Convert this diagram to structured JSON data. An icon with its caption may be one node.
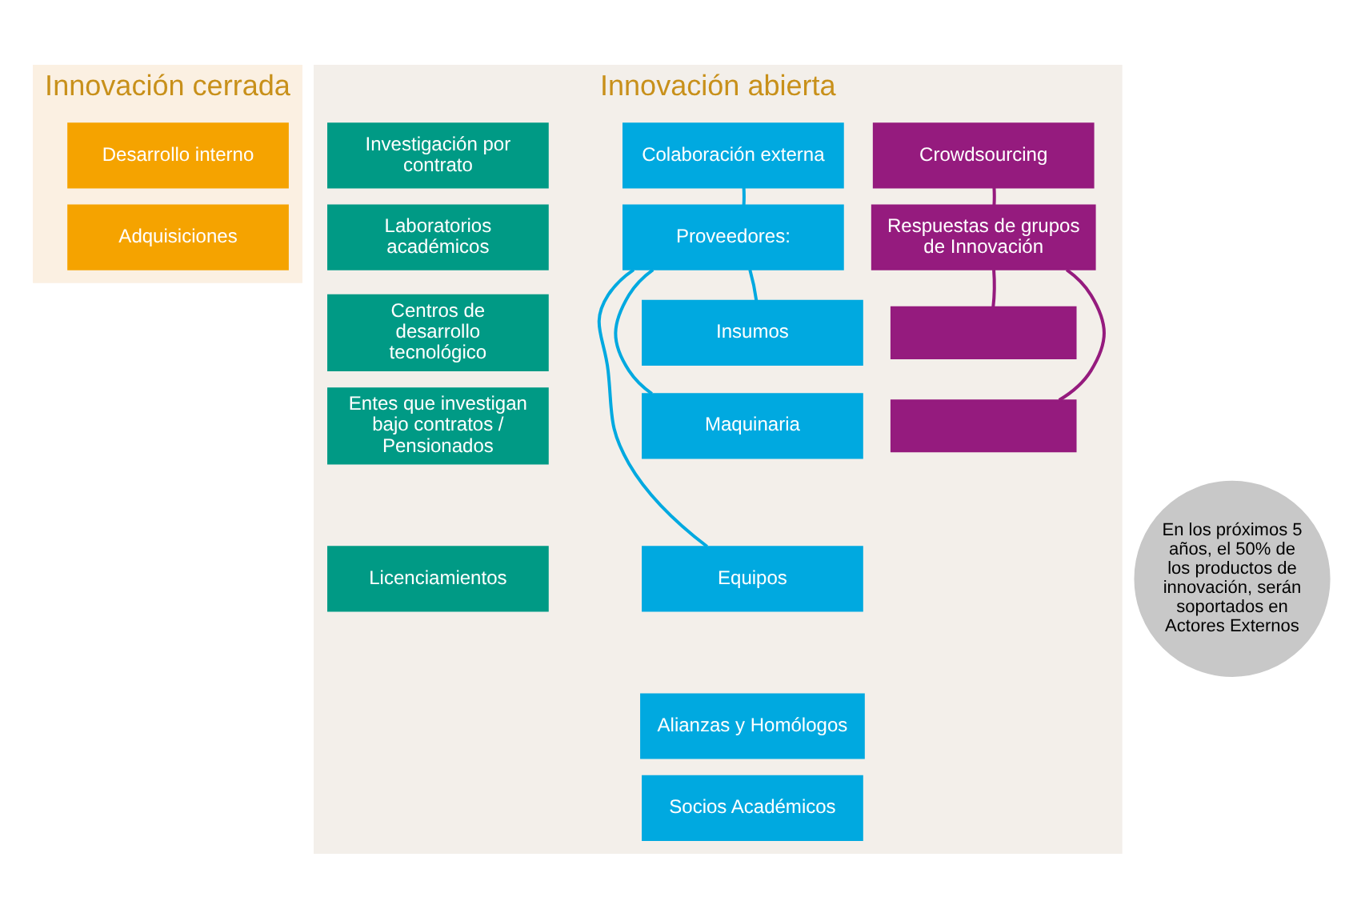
{
  "diagram": {
    "nodes": [
      {
        "text": [
          "Innovación cerrada"
        ]
      },
      {
        "text": [
          "Desarrollo interno"
        ],
        "in": 0
      },
      {
        "text": [
          "Adquisiciones"
        ],
        "in": 0
      },
      {
        "text": [
          "Innovación abierta"
        ]
      },
      {
        "text": [
          "Investigación por contrato"
        ],
        "in": 3
      },
      {
        "text": [
          "Laboratorios académicos"
        ],
        "in": 3
      },
      {
        "text": [
          "Centros de desarrollo tecnológico"
        ],
        "in": 3
      },
      {
        "text": [
          "Entes que investigan bajo contratos / Pensionados"
        ],
        "in": 3
      },
      {
        "text": [
          "Licenciamientos"
        ],
        "in": 3
      },
      {
        "text": [
          "Colaboración externa"
        ],
        "in": 3
      },
      {
        "text": [
          "Proveedores:"
        ],
        "in": 3
      },
      {
        "text": [
          "Insumos"
        ],
        "in": 3
      },
      {
        "text": [
          "Maquinaria"
        ],
        "in": 3
      },
      {
        "text": [
          "Equipos"
        ],
        "in": 3
      },
      {
        "text": [
          "Alianzas y Homólogos"
        ],
        "in": 3
      },
      {
        "text": [
          "Socios Académicos"
        ],
        "in": 3
      },
      {
        "text": [
          "Crowdsourcing"
        ],
        "in": 3
      },
      {
        "text": [
          "Respuestas de grupos de Innovación"
        ],
        "in": 3
      },
      {
        "text": [],
        "shape": "box",
        "in": 3
      },
      {
        "text": [],
        "shape": "box",
        "in": 3
      },
      {
        "text": [
          "En los próximos 5 años, el 50% de los productos de innovación, serán soportados en Actores Externos"
        ]
      }
    ],
    "edges": [
      {
        "from": 9,
        "to": 10,
        "arrow": "none"
      },
      {
        "from": 10,
        "to": 11,
        "arrow": "none"
      },
      {
        "from": 10,
        "to": 12,
        "arrow": "none"
      },
      {
        "from": 10,
        "to": 13,
        "arrow": "none"
      },
      {
        "from": 16,
        "to": 17,
        "arrow": "none",
        "color": "#951b7e"
      },
      {
        "from": 17,
        "to": 18,
        "arrow": "none",
        "color": "#951b7e"
      },
      {
        "from": 17,
        "to": 19,
        "arrow": "none",
        "color": "#951b7e"
      }
    ]
  }
}
